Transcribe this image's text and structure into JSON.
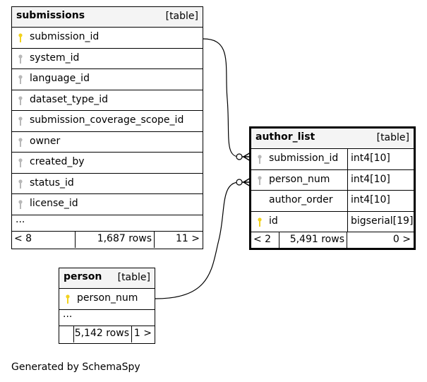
{
  "tables": {
    "submissions": {
      "name": "submissions",
      "kind": "[table]",
      "columns": [
        {
          "label": "submission_id",
          "key": "primary"
        },
        {
          "label": "system_id",
          "key": "foreign"
        },
        {
          "label": "language_id",
          "key": "foreign"
        },
        {
          "label": "dataset_type_id",
          "key": "foreign"
        },
        {
          "label": "submission_coverage_scope_id",
          "key": "foreign"
        },
        {
          "label": "owner",
          "key": "foreign"
        },
        {
          "label": "created_by",
          "key": "foreign"
        },
        {
          "label": "status_id",
          "key": "foreign"
        },
        {
          "label": "license_id",
          "key": "foreign"
        }
      ],
      "more": "...",
      "footer": {
        "parents": "< 8",
        "rows": "1,687 rows",
        "children": "11 >"
      }
    },
    "author_list": {
      "name": "author_list",
      "kind": "[table]",
      "columns": [
        {
          "label": "submission_id",
          "type": "int4[10]",
          "key": "foreign"
        },
        {
          "label": "person_num",
          "type": "int4[10]",
          "key": "foreign"
        },
        {
          "label": "author_order",
          "type": "int4[10]",
          "key": "none"
        },
        {
          "label": "id",
          "type": "bigserial[19]",
          "key": "primary"
        }
      ],
      "footer": {
        "parents": "< 2",
        "rows": "5,491 rows",
        "children": "0 >"
      }
    },
    "person": {
      "name": "person",
      "kind": "[table]",
      "columns": [
        {
          "label": "person_num",
          "key": "primary"
        }
      ],
      "more": "...",
      "footer": {
        "parents": "",
        "rows": "5,142 rows",
        "children": "1 >"
      }
    }
  },
  "key_colors": {
    "primary": "#f2d21d",
    "foreign": "#b8b8b8"
  },
  "footnote": "Generated by SchemaSpy"
}
